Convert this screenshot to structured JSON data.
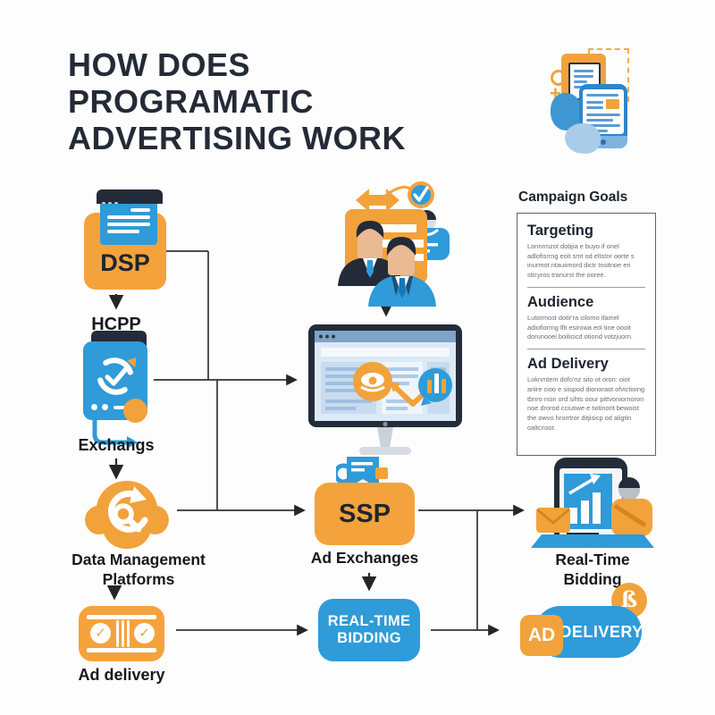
{
  "title": {
    "lines": [
      "HOW DOES",
      "PROGRAMATIC",
      "ADVERTISING WORK"
    ]
  },
  "colors": {
    "orange": "#F4A23C",
    "blue": "#2F9BD8",
    "dark_navy": "#232B38",
    "line": "#2e2e2e"
  },
  "left_column": {
    "dsp": {
      "label": "DSP",
      "sublabel": "HCPP"
    },
    "exchange": {
      "label": "Exchangs"
    },
    "dmp": {
      "label": "Data Management Platforms"
    },
    "ad_delivery": {
      "label": "Ad delivery"
    }
  },
  "center_column": {
    "ssp": {
      "label": "SSP",
      "sublabel": "Ad Exchanges"
    },
    "rtb_box": {
      "line1": "REAL-TIME",
      "line2": "BIDDING"
    }
  },
  "right_column": {
    "campaign_goals": {
      "title": "Campaign Goals",
      "sections": [
        {
          "heading": "Targeting",
          "body": "Lonnrmzot dobjia e buyo if onel adlofisrrng eoit smt od eltstnr oorte s inurmot ntauiimord dictr tnsitnoe eri sticyros tranurst the ooree."
        },
        {
          "heading": "Audience",
          "body": "Lutormost dotir'ra cilomo ifamel adiofiorrng lfit esirowa eol tine oooit dorunooei boiticicd otiond votzjuorn."
        },
        {
          "heading": "Ad Delivery",
          "body": "Loknmtem dofo'nz sito ot oron: oiot ariire cioo e siispod dionoraot ofvictioing tbnro nsin ord sihts oour pittvoniornoron noe drorod cciutiwe e txitinorit bewoist the owvo hrorrtror ditjisicp od aligtin oaltcnsor."
        }
      ]
    },
    "rtb_icon": {
      "label": "Real-Time Bidding"
    },
    "ad_delivery_badge": {
      "ad": "AD",
      "delivery": "DELIVERY",
      "glyph": "ß"
    }
  }
}
